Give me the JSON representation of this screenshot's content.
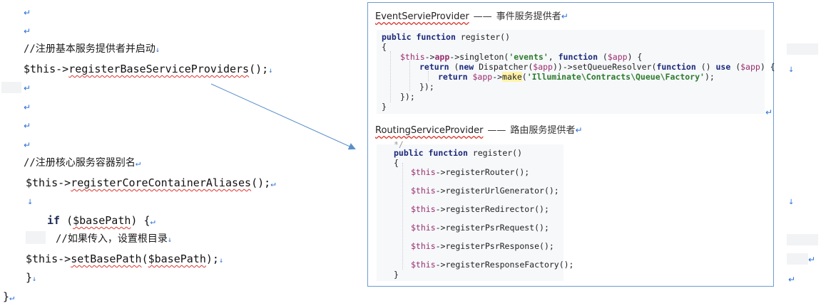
{
  "left": {
    "comment1": "//注册基本服务提供者并启动",
    "line1": {
      "prefix": "$this->",
      "method": "registerBaseServiceProviders",
      "suffix": "();"
    },
    "comment2": "//注册核心服务容器别名",
    "line2": {
      "prefix": "$this->",
      "method": "registerCoreContainerAliases",
      "suffix": "();"
    },
    "if_kw": "if",
    "if_open": " (",
    "if_var": "$basePath",
    "if_close": ") {",
    "comment3": "//如果传入，设置根目录",
    "line3": {
      "prefix": "$this->",
      "method": "setBasePath",
      "open": "(",
      "var": "$basePath",
      "suffix": ");"
    },
    "close_inner": "}",
    "close_outer": "}"
  },
  "marks": {
    "para": "↵",
    "down": "↓"
  },
  "panel": {
    "section1": {
      "class_name": "EventServieProvider",
      "dash": "——",
      "desc": "事件服务提供者",
      "code": {
        "l1_k1": "public",
        "l1_k2": "function",
        "l1_rest": " register()",
        "l2": "{",
        "l3_v1": "$this",
        "l3_a": "->",
        "l3_app": "app",
        "l3_b": "->singleton(",
        "l3_s": "'events'",
        "l3_c": ", ",
        "l3_k": "function",
        "l3_d": " (",
        "l3_v2": "$app",
        "l3_e": ") {",
        "l4_k1": "return",
        "l4_a": " (",
        "l4_k2": "new",
        "l4_b": " Dispatcher(",
        "l4_v1": "$app",
        "l4_c": "))->setQueueResolver(",
        "l4_k3": "function",
        "l4_d": " () ",
        "l4_k4": "use",
        "l4_e": " (",
        "l4_v2": "$app",
        "l4_f": ") {",
        "l5_k": "return",
        "l5_sp": " ",
        "l5_v": "$app",
        "l5_a": "->",
        "l5_make": "make",
        "l5_b": "(",
        "l5_s": "'Illuminate\\Contracts\\Queue\\Factory'",
        "l5_c": ");",
        "l6": "});",
        "l7": "});",
        "l8": "}"
      }
    },
    "section2": {
      "class_name": "RoutingServiceProvider",
      "dash": "——",
      "desc": "路由服务提供者",
      "code": {
        "top": "*/",
        "l1_k1": "public",
        "l1_k2": "function",
        "l1_rest": " register()",
        "l2": "{",
        "calls": [
          {
            "v": "$this",
            "rest": "->registerRouter();"
          },
          {
            "v": "$this",
            "rest": "->registerUrlGenerator();"
          },
          {
            "v": "$this",
            "rest": "->registerRedirector();"
          },
          {
            "v": "$this",
            "rest": "->registerPsrRequest();"
          },
          {
            "v": "$this",
            "rest": "->registerPsrResponse();"
          },
          {
            "v": "$this",
            "rest": "->registerResponseFactory();"
          }
        ],
        "close": "}"
      }
    }
  }
}
